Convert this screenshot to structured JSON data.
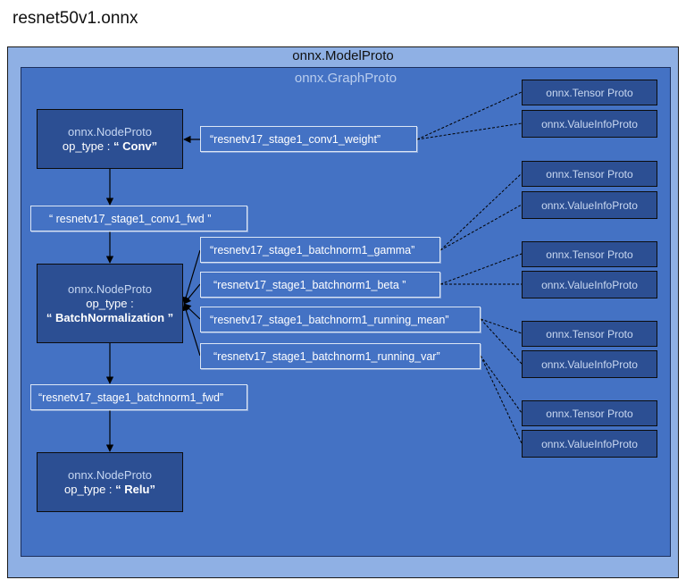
{
  "title": "resnet50v1.onnx",
  "model_label": "onnx.ModelProto",
  "graph_label": "onnx.GraphProto",
  "nodes": [
    {
      "proto": "onnx.NodeProto",
      "op_prefix": "op_type :",
      "op_value": "“ Conv”"
    },
    {
      "proto": "onnx.NodeProto",
      "op_prefix": "op_type :",
      "op_value": "“ BatchNormalization ”"
    },
    {
      "proto": "onnx.NodeProto",
      "op_prefix": "op_type :",
      "op_value": "“ Relu”"
    }
  ],
  "tensors": {
    "conv1_weight": "“resnetv17_stage1_conv1_weight”",
    "conv1_fwd": "“ resnetv17_stage1_conv1_fwd    ”",
    "bn_gamma": "“resnetv17_stage1_batchnorm1_gamma”",
    "bn_beta": "“resnetv17_stage1_batchnorm1_beta    ”",
    "bn_running_mean": "“resnetv17_stage1_batchnorm1_running_mean”",
    "bn_running_var": "“resnetv17_stage1_batchnorm1_running_var”",
    "bn_fwd": "“resnetv17_stage1_batchnorm1_fwd”"
  },
  "protos": {
    "tensor": "onnx.Tensor Proto",
    "valueinfo": "onnx.ValueInfoProto"
  },
  "colors": {
    "model_bg": "#8fb0e4",
    "graph_bg": "#4472c4",
    "node_bg": "#2c4f93"
  }
}
